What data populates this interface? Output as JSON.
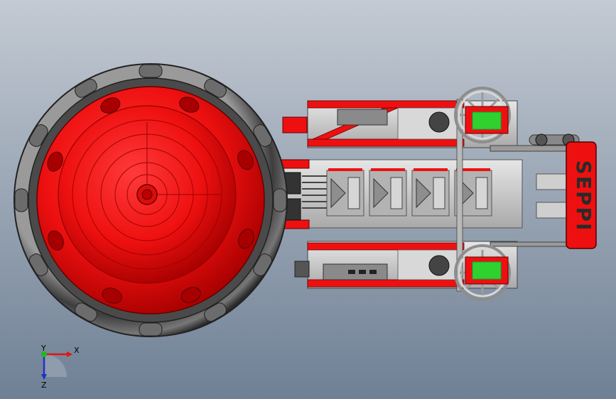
{
  "viewport": {
    "background_top": "#c3cad3",
    "background_bottom": "#6f8095"
  },
  "model": {
    "colors": {
      "red": "#ee1010",
      "dark_red": "#a80000",
      "tire": "#4b4b4b",
      "tire_highlight": "#8b8b8b",
      "metal": "#c9c9c9",
      "metal_dark": "#7d7d7d",
      "motor_green": "#2fd12f"
    },
    "logo_text": "SEPPI"
  },
  "triad": {
    "x_label": "X",
    "y_label": "Y",
    "z_label": "Z",
    "x_color": "#e01515",
    "y_color": "#1dbb1d",
    "z_color": "#2130c8"
  }
}
